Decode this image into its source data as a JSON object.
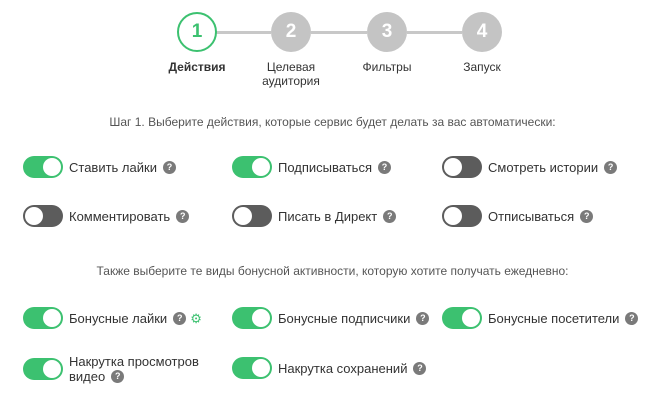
{
  "stepper": {
    "steps": [
      {
        "number": "1",
        "label": "Действия",
        "state": "active"
      },
      {
        "number": "2",
        "label": "Целевая аудитория",
        "state": "pending"
      },
      {
        "number": "3",
        "label": "Фильтры",
        "state": "pending"
      },
      {
        "number": "4",
        "label": "Запуск",
        "state": "pending"
      }
    ]
  },
  "section1": {
    "title": "Шаг 1. Выберите действия, которые сервис будет делать за вас автоматически:",
    "options": [
      {
        "label": "Ставить лайки",
        "enabled": true,
        "help_icon": "question-icon"
      },
      {
        "label": "Подписываться",
        "enabled": true,
        "help_icon": "question-icon"
      },
      {
        "label": "Смотреть истории",
        "enabled": false,
        "help_icon": "question-icon"
      },
      {
        "label": "Комментировать",
        "enabled": false,
        "help_icon": "question-icon"
      },
      {
        "label": "Писать в Директ",
        "enabled": false,
        "help_icon": "question-icon"
      },
      {
        "label": "Отписываться",
        "enabled": false,
        "help_icon": "question-icon"
      }
    ]
  },
  "section2": {
    "title": "Также выберите те виды бонусной активности, которую хотите получать ежедневно:",
    "options": [
      {
        "label": "Бонусные лайки",
        "enabled": true,
        "help_icon": "question-icon",
        "extra_icon": "gear-icon"
      },
      {
        "label": "Бонусные подписчики",
        "enabled": true,
        "help_icon": "question-icon"
      },
      {
        "label": "Бонусные посетители",
        "enabled": true,
        "help_icon": "question-icon"
      },
      {
        "label_line1": "Накрутка просмотров",
        "label_line2": "видео",
        "enabled": true,
        "help_icon": "question-icon"
      },
      {
        "label": "Накрутка сохранений",
        "enabled": true,
        "help_icon": "question-icon"
      }
    ]
  },
  "colors": {
    "accent": "#3cc170",
    "toggle_off": "#5c5c5c",
    "step_inactive": "#c4c4c4"
  }
}
